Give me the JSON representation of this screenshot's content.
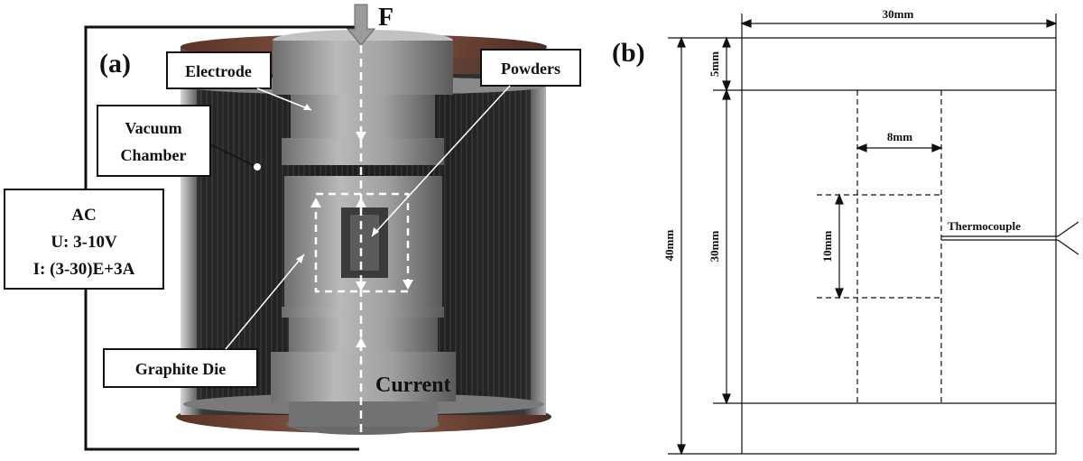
{
  "panel_a": {
    "label": "(a)",
    "force": "F",
    "electrode": "Electrode",
    "powders": "Powders",
    "vacuum_chamber_line1": "Vacuum",
    "vacuum_chamber_line2": "Chamber",
    "power": {
      "line1": "AC",
      "line2": "U: 3-10V",
      "line3": "I: (3-30)E+3A"
    },
    "graphite_die": "Graphite Die",
    "current": "Current"
  },
  "panel_b": {
    "label": "(b)",
    "width_top": "30mm",
    "cap_height": "5mm",
    "body_height": "30mm",
    "total_height": "40mm",
    "bore_width": "8mm",
    "powder_height": "10mm",
    "thermocouple": "Thermocouple"
  },
  "colors": {
    "copper": "#7a4a3a",
    "chamber_dark": "#2a2a2a",
    "graphite": "#8c8c8c",
    "electrode": "#a6a6a6"
  }
}
